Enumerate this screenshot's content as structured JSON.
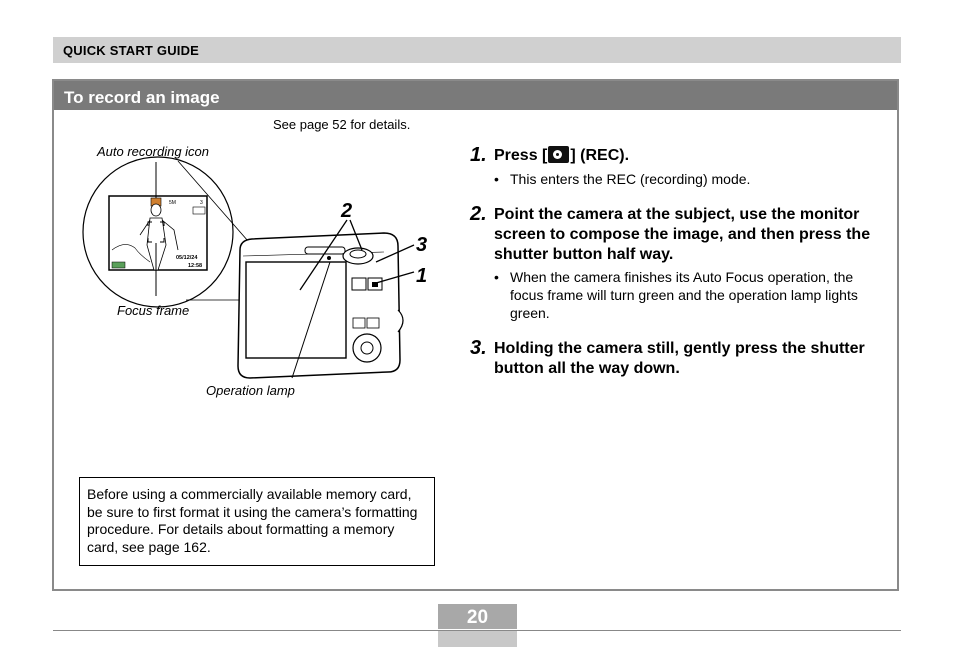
{
  "header": {
    "guide_label": "QUICK START GUIDE"
  },
  "section": {
    "title": "To record an image"
  },
  "figure": {
    "see_page": "See page 52 for details.",
    "caption_auto_icon": "Auto recording icon",
    "caption_focus_frame": "Focus frame",
    "caption_operation_lamp": "Operation lamp",
    "callout_2": "2",
    "callout_3": "3",
    "callout_1": "1",
    "lcd_date": "05/12/24",
    "lcd_time": "12:58"
  },
  "note": "Before using a commercially available memory card, be sure to first format it using the camera’s formatting procedure. For details about formatting a memory card, see page 162.",
  "steps": [
    {
      "num": "1.",
      "title_prefix": "Press [",
      "title_suffix": "] (REC).",
      "bullet": "This enters the REC (recording) mode."
    },
    {
      "num": "2.",
      "title": "Point the camera at the subject, use the monitor screen to compose the image, and then press the shutter button half way.",
      "bullet": "When the camera finishes its Auto Focus operation, the focus frame will turn green and the operation lamp lights green."
    },
    {
      "num": "3.",
      "title": "Holding the camera still, gently press the shutter button all the way down."
    }
  ],
  "bullet_glyph": "•",
  "icons": {
    "rec": "camera-icon"
  },
  "footer": {
    "page_number": "20"
  },
  "colors": {
    "header_bar": "#d0d0d0",
    "section_head": "#7a7a7a",
    "page_badge": "#a8a8a8",
    "lcd_green": "#5aa05a"
  }
}
